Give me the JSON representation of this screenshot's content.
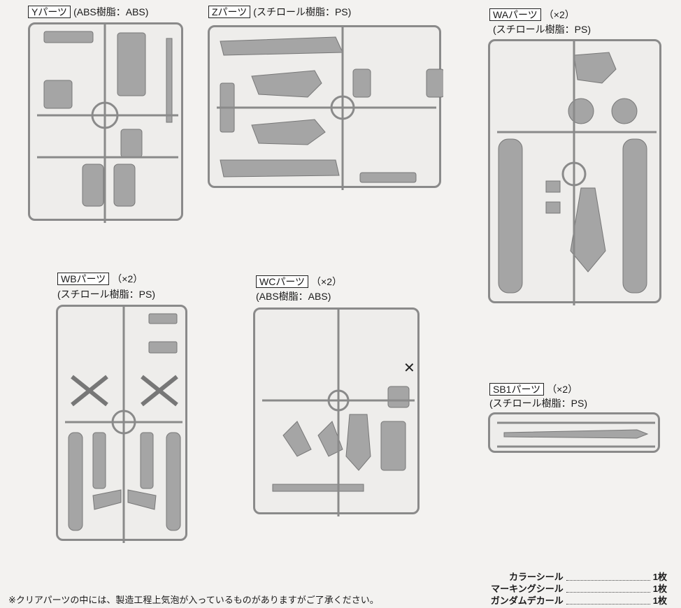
{
  "parts": {
    "y": {
      "name": "Yパーツ",
      "material": "(ABS樹脂：ABS)",
      "qty": ""
    },
    "z": {
      "name": "Zパーツ",
      "material": "(スチロール樹脂：PS)",
      "qty": ""
    },
    "wa": {
      "name": "WAパーツ",
      "material": "(スチロール樹脂：PS)",
      "qty": "（×2）"
    },
    "wb": {
      "name": "WBパーツ",
      "material": "(スチロール樹脂：PS)",
      "qty": "（×2）"
    },
    "wc": {
      "name": "WCパーツ",
      "material": "(ABS樹脂：ABS)",
      "qty": "（×2）"
    },
    "sb1": {
      "name": "SB1パーツ",
      "material": "(スチロール樹脂：PS)",
      "qty": "（×2）"
    }
  },
  "footnote": "※クリアパーツの中には、製造工程上気泡が入っているものがありますがご了承ください。",
  "seals": [
    {
      "name": "カラーシール",
      "count": "1枚"
    },
    {
      "name": "マーキングシール",
      "count": "1枚"
    },
    {
      "name": "ガンダムデカール",
      "count": "1枚"
    }
  ],
  "colors": {
    "runner": "#8a8a8a",
    "part": "#a5a5a5",
    "badge": "#1a1a1a"
  }
}
